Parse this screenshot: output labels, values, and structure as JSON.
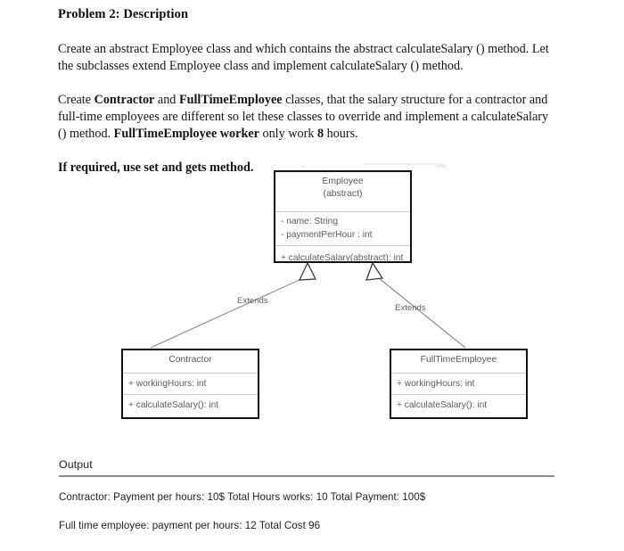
{
  "document": {
    "title": "Problem 2: Description",
    "paragraphs": [
      {
        "id": "p1",
        "runs": [
          {
            "text": "Create an abstract Employee class and which contains the abstract calculateSalary () method. Let the subclasses extend Employee class and implement calculateSalary () method.",
            "bold": false
          }
        ]
      },
      {
        "id": "p2",
        "runs": [
          {
            "text": "Create ",
            "bold": false
          },
          {
            "text": "Contractor",
            "bold": true
          },
          {
            "text": " and ",
            "bold": false
          },
          {
            "text": "FullTimeEmployee",
            "bold": true
          },
          {
            "text": " classes, that the salary structure for a contractor and full-time employees are different so let these classes to override and implement a calculateSalary () method. ",
            "bold": false
          },
          {
            "text": "FullTimeEmployee worker",
            "bold": true
          },
          {
            "text": " only work ",
            "bold": false
          },
          {
            "text": "8",
            "bold": true
          },
          {
            "text": " hours.",
            "bold": false
          }
        ]
      },
      {
        "id": "p3",
        "runs": [
          {
            "text": "If required, use set and gets method",
            "bold": true
          },
          {
            "text": ".",
            "bold": false
          }
        ]
      }
    ]
  },
  "diagram": {
    "type": "uml-class-diagram",
    "classes": [
      {
        "key": "employee",
        "name": "Employee",
        "stereotype": "(abstract)",
        "attributes": [
          "- name: String",
          "- paymentPerHour : int"
        ],
        "operations": [
          "+ calculateSalary(abstract): int"
        ]
      },
      {
        "key": "contractor",
        "name": "Contractor",
        "stereotype": "",
        "attributes": [
          "+ workingHours: int"
        ],
        "operations": [
          "+ calculateSalary(): int"
        ]
      },
      {
        "key": "fulltime",
        "name": "FullTimeEmployee",
        "stereotype": "",
        "attributes": [
          "+ workingHours: int"
        ],
        "operations": [
          "+ calculateSalary(): int"
        ]
      }
    ],
    "relations": [
      {
        "from": "contractor",
        "to": "employee",
        "label": "Extends",
        "kind": "generalization"
      },
      {
        "from": "fulltime",
        "to": "employee",
        "label": "Extends",
        "kind": "generalization"
      }
    ],
    "colors": {
      "box_border": "#111111",
      "divider": "#c8c8c8",
      "text": "#5a5a5a",
      "edge_line": "#8e8e8e"
    }
  },
  "output": {
    "heading": "Output",
    "lines": [
      "Contractor: Payment per hours: 10$ Total Hours works: 10 Total Payment: 100$",
      "Full time employee: payment per hours: 12 Total Cost 96"
    ],
    "rule_color": "#8a8a8a"
  }
}
